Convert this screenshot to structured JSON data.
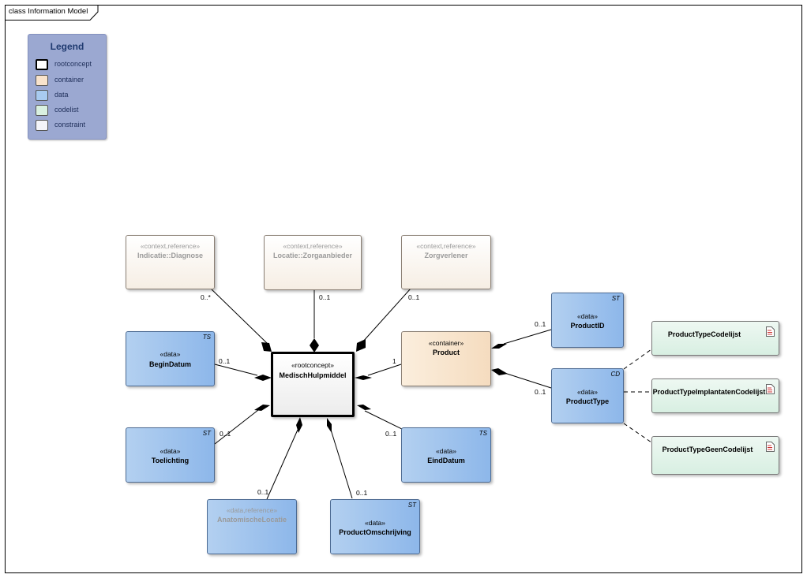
{
  "frame": {
    "title": "class Information Model"
  },
  "legend": {
    "title": "Legend",
    "items": [
      {
        "label": "rootconcept",
        "color": "#ffffff"
      },
      {
        "label": "container",
        "color": "#f8e3cc"
      },
      {
        "label": "data",
        "color": "#a8cbf0"
      },
      {
        "label": "codelist",
        "color": "#d9f0e0"
      },
      {
        "label": "constraint",
        "color": "#f4f4fa"
      }
    ]
  },
  "classes": {
    "diagnose": {
      "stereotype": "«context,reference»",
      "name": "Indicatie::Diagnose"
    },
    "zorgaanbieder": {
      "stereotype": "«context,reference»",
      "name": "Locatie::Zorgaanbieder"
    },
    "zorgverlener": {
      "stereotype": "«context,reference»",
      "name": "Zorgverlener"
    },
    "begindatum": {
      "stereotype": "«data»",
      "name": "BeginDatum",
      "type": "TS"
    },
    "medisch": {
      "stereotype": "«rootconcept»",
      "name": "MedischHulpmiddel"
    },
    "product": {
      "stereotype": "«container»",
      "name": "Product"
    },
    "productid": {
      "stereotype": "«data»",
      "name": "ProductID",
      "type": "ST"
    },
    "producttype": {
      "stereotype": "«data»",
      "name": "ProductType",
      "type": "CD"
    },
    "toelichting": {
      "stereotype": "«data»",
      "name": "Toelichting",
      "type": "ST"
    },
    "einddatum": {
      "stereotype": "«data»",
      "name": "EindDatum",
      "type": "TS"
    },
    "anatomische": {
      "stereotype": "«data,reference»",
      "name": "AnatomischeLocatie"
    },
    "omschrijving": {
      "stereotype": "«data»",
      "name": "ProductOmschrijving",
      "type": "ST"
    },
    "cl1": {
      "name": "ProductTypeCodelijst"
    },
    "cl2": {
      "name": "ProductTypeImplantatenCodelijst"
    },
    "cl3": {
      "name": "ProductTypeGeenCodelijst"
    }
  },
  "multiplicities": {
    "diagnose": "0..*",
    "zorgaanbieder": "0..1",
    "zorgverlener": "0..1",
    "begindatum": "0..1",
    "product": "1",
    "productid": "0..1",
    "producttype": "0..1",
    "toelichting": "0..1",
    "einddatum": "0..1",
    "anatomische": "0..1",
    "omschrijving": "0..1"
  }
}
